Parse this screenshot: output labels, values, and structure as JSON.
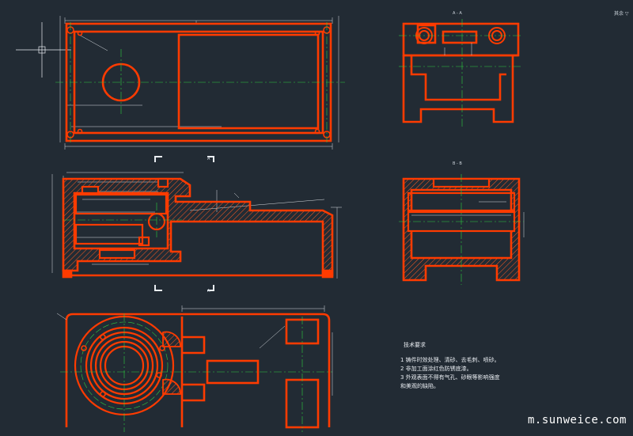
{
  "colors": {
    "background": "#222b34",
    "outline": "#ff3b00",
    "dimension": "#d9dde2",
    "centerline": "#2ecc40",
    "hatch": "#ff5a1f",
    "hidden": "#ff9a5a",
    "annotation": "#e9edf2"
  },
  "section_labels": {
    "aa": "A - A",
    "bb": "B - B",
    "cut_a_top": "A",
    "cut_a_bottom": "A"
  },
  "corner_note": "其余 ▽",
  "technical_requirements": {
    "title": "技术要求",
    "items": [
      "1  铸件时效处理、清砂、去毛刺、喷砂。",
      "2  非加工面涂红色防锈底漆。",
      "3  外观表面不得有气孔、砂眼等影响强度",
      "    和美观的缺陷。"
    ]
  },
  "watermark": "m.sunweice.com"
}
